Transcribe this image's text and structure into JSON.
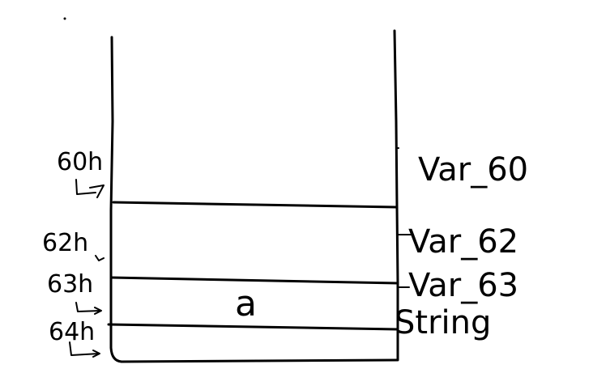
{
  "diagram": {
    "addresses": [
      "60h",
      "62h",
      "63h",
      "64h"
    ],
    "variables": [
      "Var_60",
      "Var_62",
      "Var_63",
      "String"
    ],
    "cell_value": "a"
  }
}
